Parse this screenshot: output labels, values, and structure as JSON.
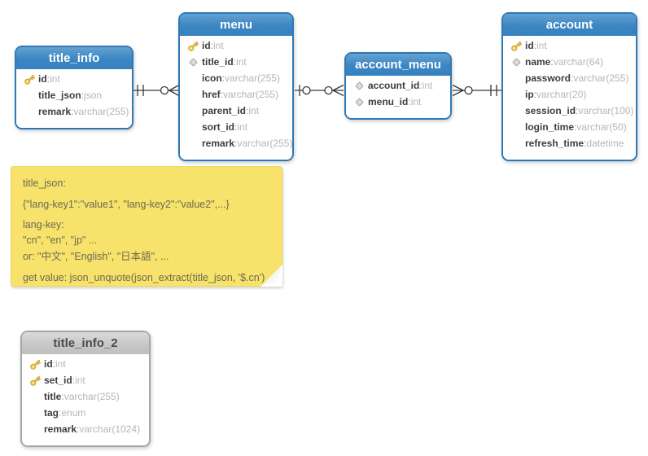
{
  "field_sep": ": ",
  "colors": {
    "table_header_blue": "#3c85c3",
    "table_border_blue": "#2f78b4",
    "table_header_gray": "#c6c6c6",
    "note_background": "#f7e26b",
    "field_name_text": "#3d3d3d",
    "field_type_text": "#b5b5b5",
    "key_icon_gold": "#f2ca4e",
    "diamond_icon_gray": "#dcdcdc",
    "connector_line": "#383838"
  },
  "tables": [
    {
      "title": "title_info",
      "style": "blue",
      "fields": [
        {
          "icon": "key",
          "name": "id",
          "type": "int"
        },
        {
          "icon": "none",
          "name": "title_json",
          "type": "json"
        },
        {
          "icon": "none",
          "name": "remark",
          "type": "varchar(255)"
        }
      ]
    },
    {
      "title": "menu",
      "style": "blue",
      "fields": [
        {
          "icon": "key",
          "name": "id",
          "type": "int"
        },
        {
          "icon": "diamond",
          "name": "title_id",
          "type": "int"
        },
        {
          "icon": "none",
          "name": "icon",
          "type": "varchar(255)"
        },
        {
          "icon": "none",
          "name": "href",
          "type": "varchar(255)"
        },
        {
          "icon": "none",
          "name": "parent_id",
          "type": "int"
        },
        {
          "icon": "none",
          "name": "sort_id",
          "type": "int"
        },
        {
          "icon": "none",
          "name": "remark",
          "type": "varchar(255)"
        }
      ]
    },
    {
      "title": "account_menu",
      "style": "blue",
      "fields": [
        {
          "icon": "diamond",
          "name": "account_id",
          "type": "int"
        },
        {
          "icon": "diamond",
          "name": "menu_id",
          "type": "int"
        }
      ]
    },
    {
      "title": "account",
      "style": "blue",
      "fields": [
        {
          "icon": "key",
          "name": "id",
          "type": "int"
        },
        {
          "icon": "diamond",
          "name": "name",
          "type": "varchar(64)"
        },
        {
          "icon": "none",
          "name": "password",
          "type": "varchar(255)"
        },
        {
          "icon": "none",
          "name": "ip",
          "type": "varchar(20)"
        },
        {
          "icon": "none",
          "name": "session_id",
          "type": "varchar(100)"
        },
        {
          "icon": "none",
          "name": "login_time",
          "type": "varchar(50)"
        },
        {
          "icon": "none",
          "name": "refresh_time",
          "type": "datetime"
        }
      ]
    },
    {
      "title": "title_info_2",
      "style": "gray",
      "fields": [
        {
          "icon": "key",
          "name": "id",
          "type": "int"
        },
        {
          "icon": "key",
          "name": "set_id",
          "type": "int"
        },
        {
          "icon": "none",
          "name": "title",
          "type": "varchar(255)"
        },
        {
          "icon": "none",
          "name": "tag",
          "type": "enum"
        },
        {
          "icon": "none",
          "name": "remark",
          "type": "varchar(1024)"
        }
      ]
    }
  ],
  "note": {
    "lines": [
      "title_json:",
      "{\"lang-key1\":\"value1\", \"lang-key2\":\"value2\",...}",
      "lang-key:",
      "\"cn\", \"en\", \"jp\" ...",
      "or: \"中文\", \"English\", \"日本語\", ...",
      "get value: json_unquote(json_extract(title_json, '$.cn')"
    ]
  },
  "relationships": [
    {
      "from": "title_info",
      "to": "menu",
      "from_end": "one-and-only-one",
      "to_end": "zero-or-many"
    },
    {
      "from": "menu",
      "to": "account_menu",
      "from_end": "zero-or-one",
      "to_end": "zero-or-many"
    },
    {
      "from": "account_menu",
      "to": "account",
      "from_end": "zero-or-many",
      "to_end": "one-and-only-one"
    }
  ]
}
